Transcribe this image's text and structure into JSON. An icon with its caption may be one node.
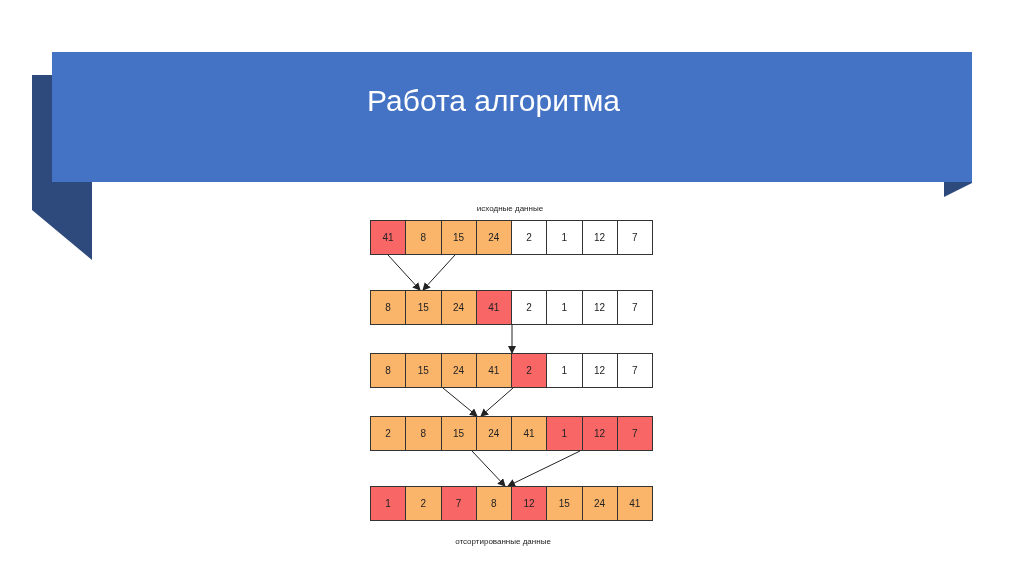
{
  "diagram": {
    "title": "Работа алгоритма",
    "nodes": [
      {
        "text": [
          "41"
        ]
      },
      {
        "text": [
          "8"
        ]
      },
      {
        "text": [
          "15"
        ]
      },
      {
        "text": [
          "24"
        ]
      },
      {
        "text": [
          "2"
        ]
      },
      {
        "text": [
          "1"
        ]
      },
      {
        "text": [
          "12"
        ]
      },
      {
        "text": [
          "7"
        ]
      },
      {
        "text": [
          "8"
        ]
      },
      {
        "text": [
          "15"
        ]
      },
      {
        "text": [
          "24"
        ]
      },
      {
        "text": [
          "41"
        ]
      },
      {
        "text": [
          "2"
        ]
      },
      {
        "text": [
          "1"
        ]
      },
      {
        "text": [
          "12"
        ]
      },
      {
        "text": [
          "7"
        ]
      },
      {
        "text": [
          "8"
        ]
      },
      {
        "text": [
          "15"
        ]
      },
      {
        "text": [
          "24"
        ]
      },
      {
        "text": [
          "41"
        ]
      },
      {
        "text": [
          "2"
        ]
      },
      {
        "text": [
          "1"
        ]
      },
      {
        "text": [
          "12"
        ]
      },
      {
        "text": [
          "7"
        ]
      },
      {
        "text": [
          "2"
        ]
      },
      {
        "text": [
          "8"
        ]
      },
      {
        "text": [
          "15"
        ]
      },
      {
        "text": [
          "24"
        ]
      },
      {
        "text": [
          "41"
        ]
      },
      {
        "text": [
          "1"
        ]
      },
      {
        "text": [
          "12"
        ]
      },
      {
        "text": [
          "7"
        ]
      },
      {
        "text": [
          "1"
        ]
      },
      {
        "text": [
          "2"
        ]
      },
      {
        "text": [
          "7"
        ]
      },
      {
        "text": [
          "8"
        ]
      },
      {
        "text": [
          "12"
        ]
      },
      {
        "text": [
          "15"
        ]
      },
      {
        "text": [
          "24"
        ]
      },
      {
        "text": [
          "41"
        ]
      }
    ],
    "edges": [
      {
        "from": 0,
        "to": 9,
        "arrow": "to"
      },
      {
        "from": 2,
        "to": 9,
        "arrow": "to"
      },
      {
        "from": 12,
        "to": 20,
        "arrow": "to"
      },
      {
        "from": 18,
        "to": 27,
        "arrow": "to"
      },
      {
        "from": 20,
        "to": 27,
        "arrow": "to"
      },
      {
        "from": 26,
        "to": 35,
        "arrow": "to"
      },
      {
        "from": 29,
        "to": 35,
        "arrow": "to"
      }
    ],
    "labels": [
      "исходные данные",
      "отсортированные данные"
    ]
  }
}
